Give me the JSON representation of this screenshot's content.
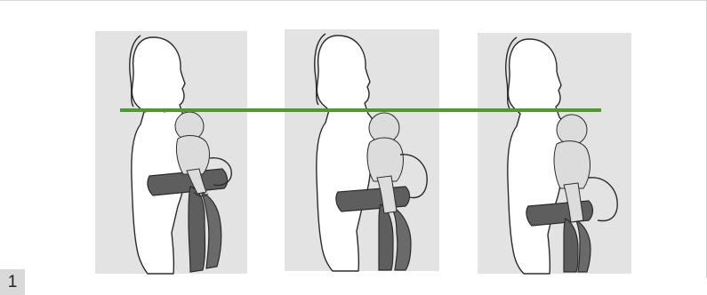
{
  "figure": {
    "step_number": "1",
    "panel_count": 3,
    "colors": {
      "panel_background": "#e3e3e3",
      "outline": "#2b2b2b",
      "carrier_fabric": "#5e5e5e",
      "baby_fill": "#dcdcdc",
      "guide_line": "#4e9a2e",
      "step_badge": "#d9d9d9"
    },
    "panels": [
      {
        "name": "panel-baby-high",
        "description_icon": "mother-baby-icon"
      },
      {
        "name": "panel-baby-middle",
        "description_icon": "mother-baby-icon"
      },
      {
        "name": "panel-baby-low",
        "description_icon": "mother-baby-icon"
      }
    ]
  }
}
